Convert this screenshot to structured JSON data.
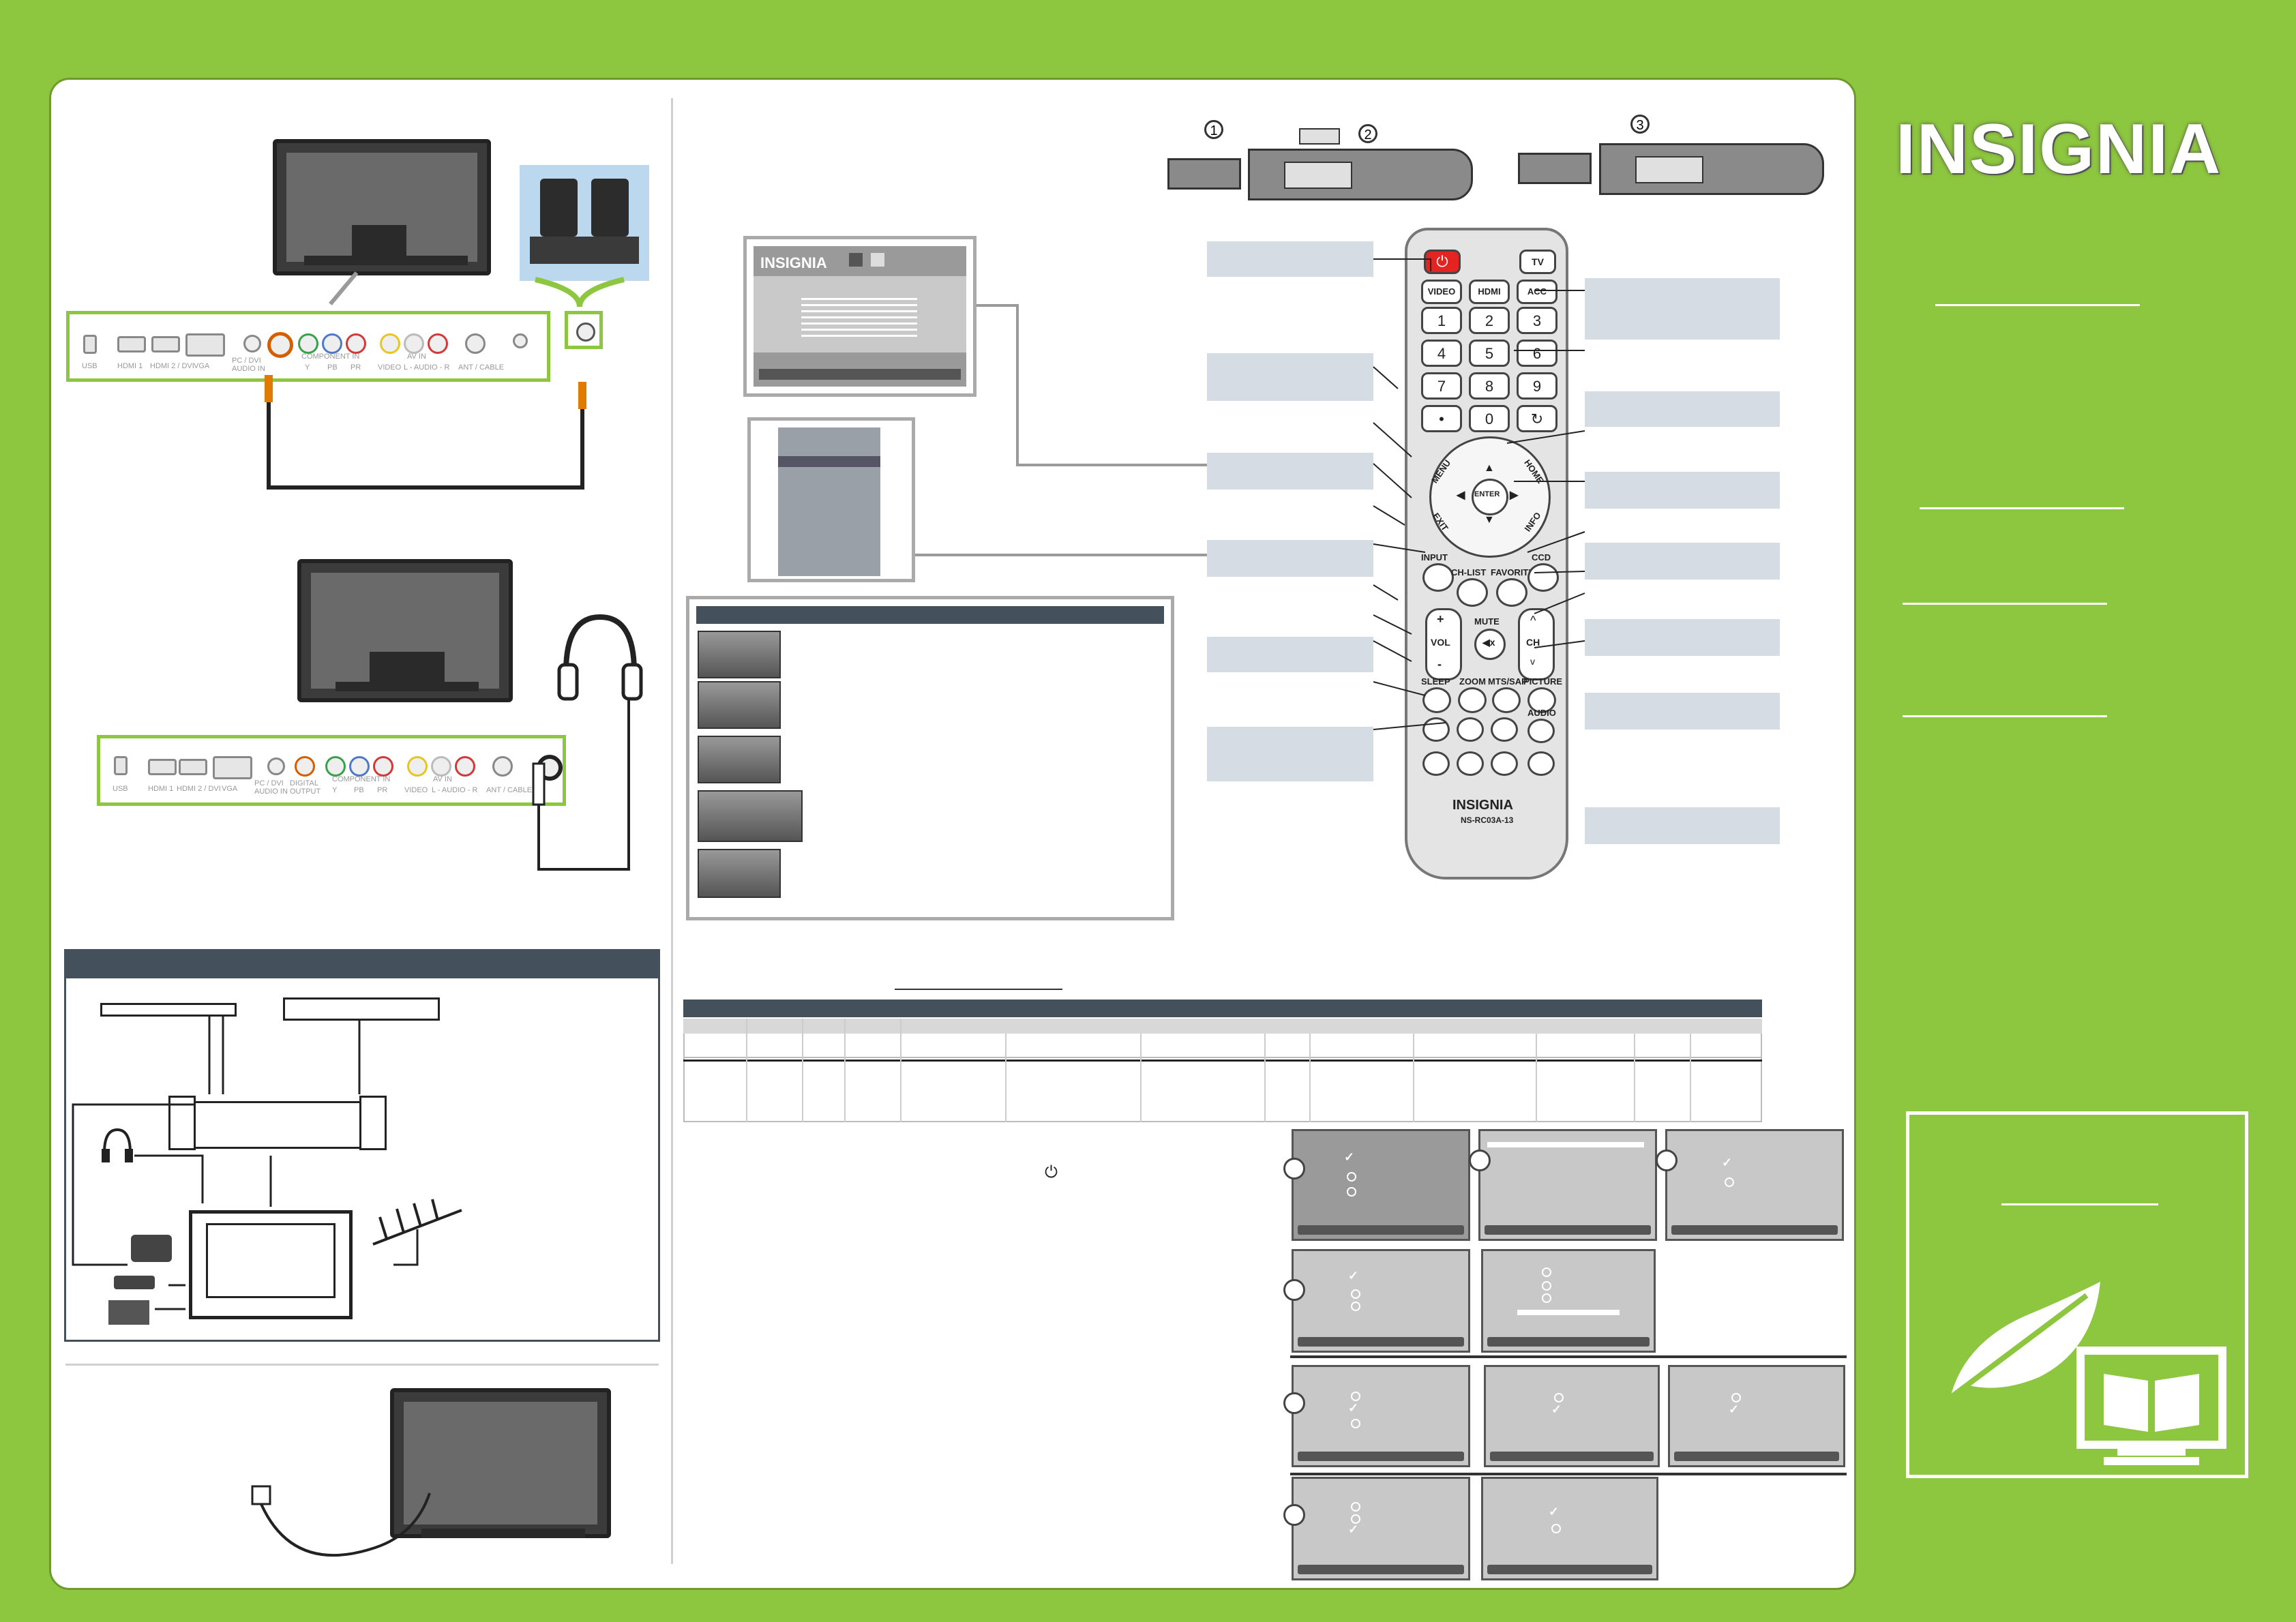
{
  "brand": {
    "logo_text": "INSIGNIA",
    "logo_color": "#ffffff",
    "accent_green": "#8dc63f"
  },
  "steps": {
    "one": "1",
    "two": "2",
    "three": "3"
  },
  "tv_ports": {
    "top_panel": [
      "USB",
      "HDMI 1",
      "HDMI 2 / DVI",
      "VGA",
      "PC / DVI AUDIO IN",
      "COMPONENT IN",
      "Y",
      "PB",
      "PR",
      "AV IN",
      "VIDEO",
      "L - AUDIO - R",
      "ANT / CABLE"
    ],
    "bottom_panel": [
      "USB",
      "HDMI 1",
      "HDMI 2 / DVI",
      "VGA",
      "PC / DVI AUDIO IN",
      "DIGITAL OUTPUT",
      "COMPONENT IN",
      "Y",
      "PB",
      "PR",
      "AV IN",
      "VIDEO",
      "L - AUDIO - R",
      "ANT / CABLE"
    ]
  },
  "osd": {
    "logo": "INSIGNIA"
  },
  "remote": {
    "power": "⏻",
    "tv": "TV",
    "video": "VIDEO",
    "hdmi": "HDMI",
    "acc": "ACC",
    "digits": [
      "1",
      "2",
      "3",
      "4",
      "5",
      "6",
      "7",
      "8",
      "9",
      "•",
      "0"
    ],
    "menu": "MENU",
    "home": "HOME",
    "exit": "EXIT",
    "info": "INFO",
    "enter": "ENTER",
    "input": "INPUT",
    "ch_list": "CH-LIST",
    "favorite": "FAVORITE",
    "ccd": "CCD",
    "mute": "MUTE",
    "vol": "VOL",
    "ch": "CH",
    "plus": "+",
    "minus": "-",
    "up": "^",
    "down": "v",
    "sleep": "SLEEP",
    "zoom": "ZOOM",
    "mts_sap": "MTS/SAP",
    "picture": "PICTURE",
    "audio": "AUDIO",
    "brand": "INSIGNIA",
    "model": "NS-RC03A-13"
  }
}
